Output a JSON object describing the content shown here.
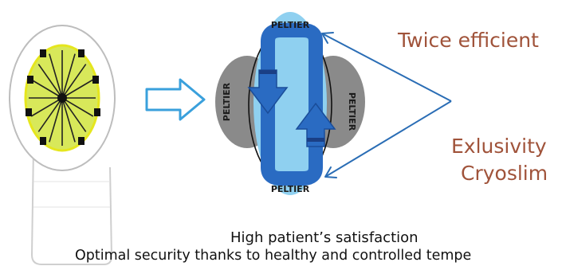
{
  "labels": {
    "peltier_top": "PELTIER",
    "peltier_bottom": "PELTIER",
    "peltier_left": "PELTIER",
    "peltier_right": "PELTIER"
  },
  "claims": {
    "twice_efficient": "Twice efficient",
    "exclusivity_line1": "Exlusivity",
    "exclusivity_line2": "Cryoslim"
  },
  "footer": {
    "line1": "High patient’s satisfaction",
    "line2": "Optimal security thanks to healthy and controlled tempe"
  },
  "colors": {
    "claim_text": "#a0533a",
    "pointer_lines": "#2a6db5",
    "peltier_blue_light": "#8fd0f0",
    "peltier_gray": "#8a8a8a",
    "flow_blue": "#2a6bc2",
    "applicator_head": "#d8e85a"
  }
}
